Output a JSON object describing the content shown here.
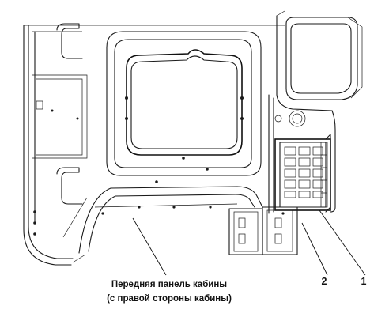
{
  "figure": {
    "caption_line1": "Передняя панель кабины",
    "caption_line2": "(с правой стороны кабины)",
    "callouts": [
      {
        "id": "callout-1",
        "label": "1"
      },
      {
        "id": "callout-2",
        "label": "2"
      }
    ]
  }
}
